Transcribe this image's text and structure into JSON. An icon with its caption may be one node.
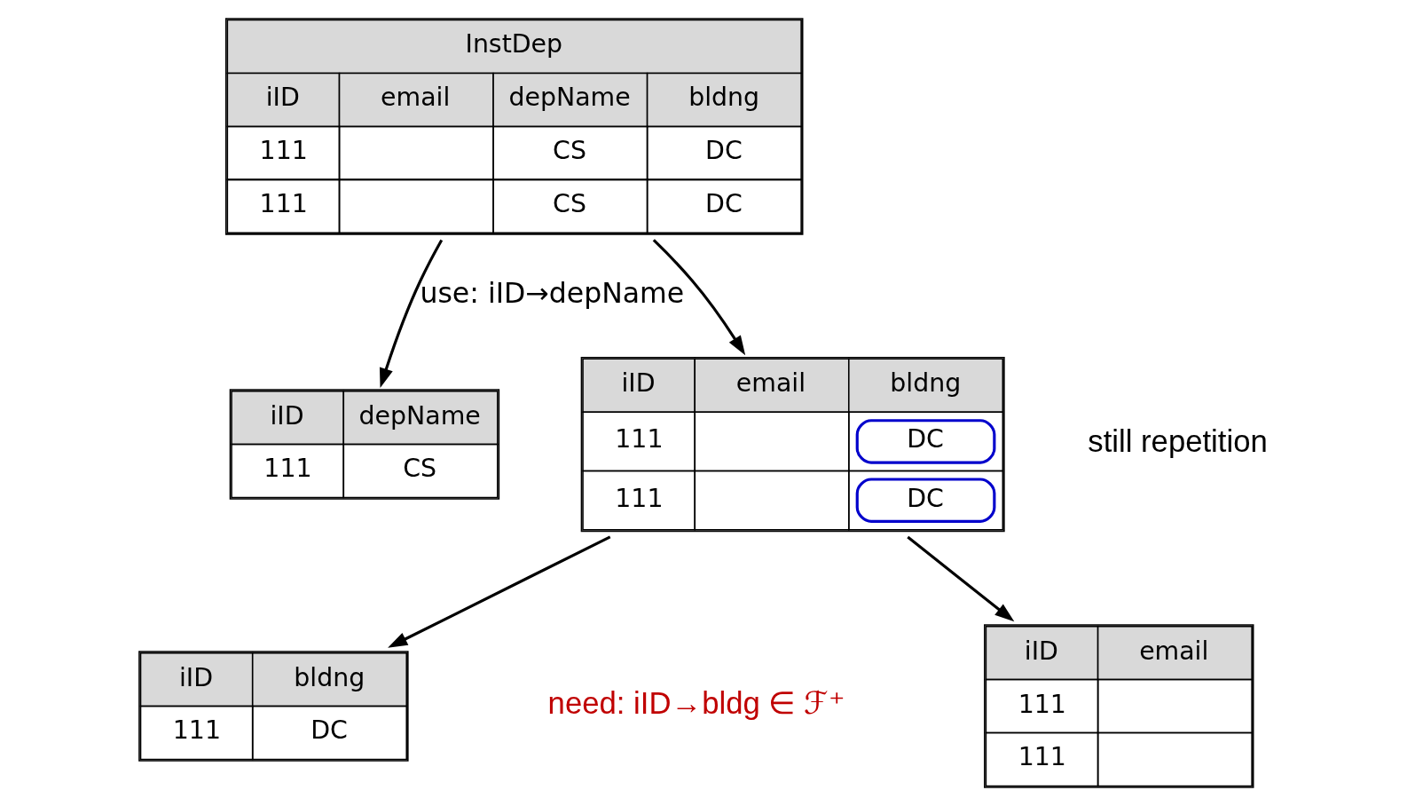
{
  "diagram": {
    "nodes": [
      {
        "text": [
          "InstDep",
          "iID",
          "email",
          "depName",
          "bldng",
          "111",
          "CS",
          "DC",
          "111",
          "CS",
          "DC"
        ]
      },
      {
        "text": [
          "iID",
          "depName",
          "111",
          "CS"
        ]
      },
      {
        "text": [
          "iID",
          "email",
          "bldng",
          "111",
          "DC",
          "111",
          "DC"
        ]
      },
      {
        "text": [
          "iID",
          "bldng",
          "111",
          "DC"
        ]
      },
      {
        "text": [
          "iID",
          "email",
          "111",
          "111"
        ]
      }
    ],
    "edges": [
      {
        "from": 0,
        "to": 1,
        "arrow": "to",
        "label": "use: iID→depName"
      },
      {
        "from": 0,
        "to": 2,
        "arrow": "to"
      },
      {
        "from": 2,
        "to": 3,
        "arrow": "to"
      },
      {
        "from": 2,
        "to": 4,
        "arrow": "to"
      }
    ],
    "labels": [
      "need: iID→bldg ∈ ℱ⁺",
      "still repetition"
    ]
  }
}
